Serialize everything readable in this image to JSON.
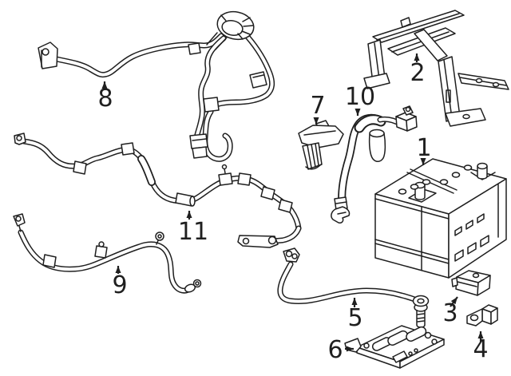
{
  "diagram": {
    "background_color": "#ffffff",
    "line_color": "#1f1f1f",
    "callouts": [
      "1",
      "2",
      "3",
      "4",
      "5",
      "6",
      "7",
      "8",
      "9",
      "10",
      "11"
    ]
  }
}
